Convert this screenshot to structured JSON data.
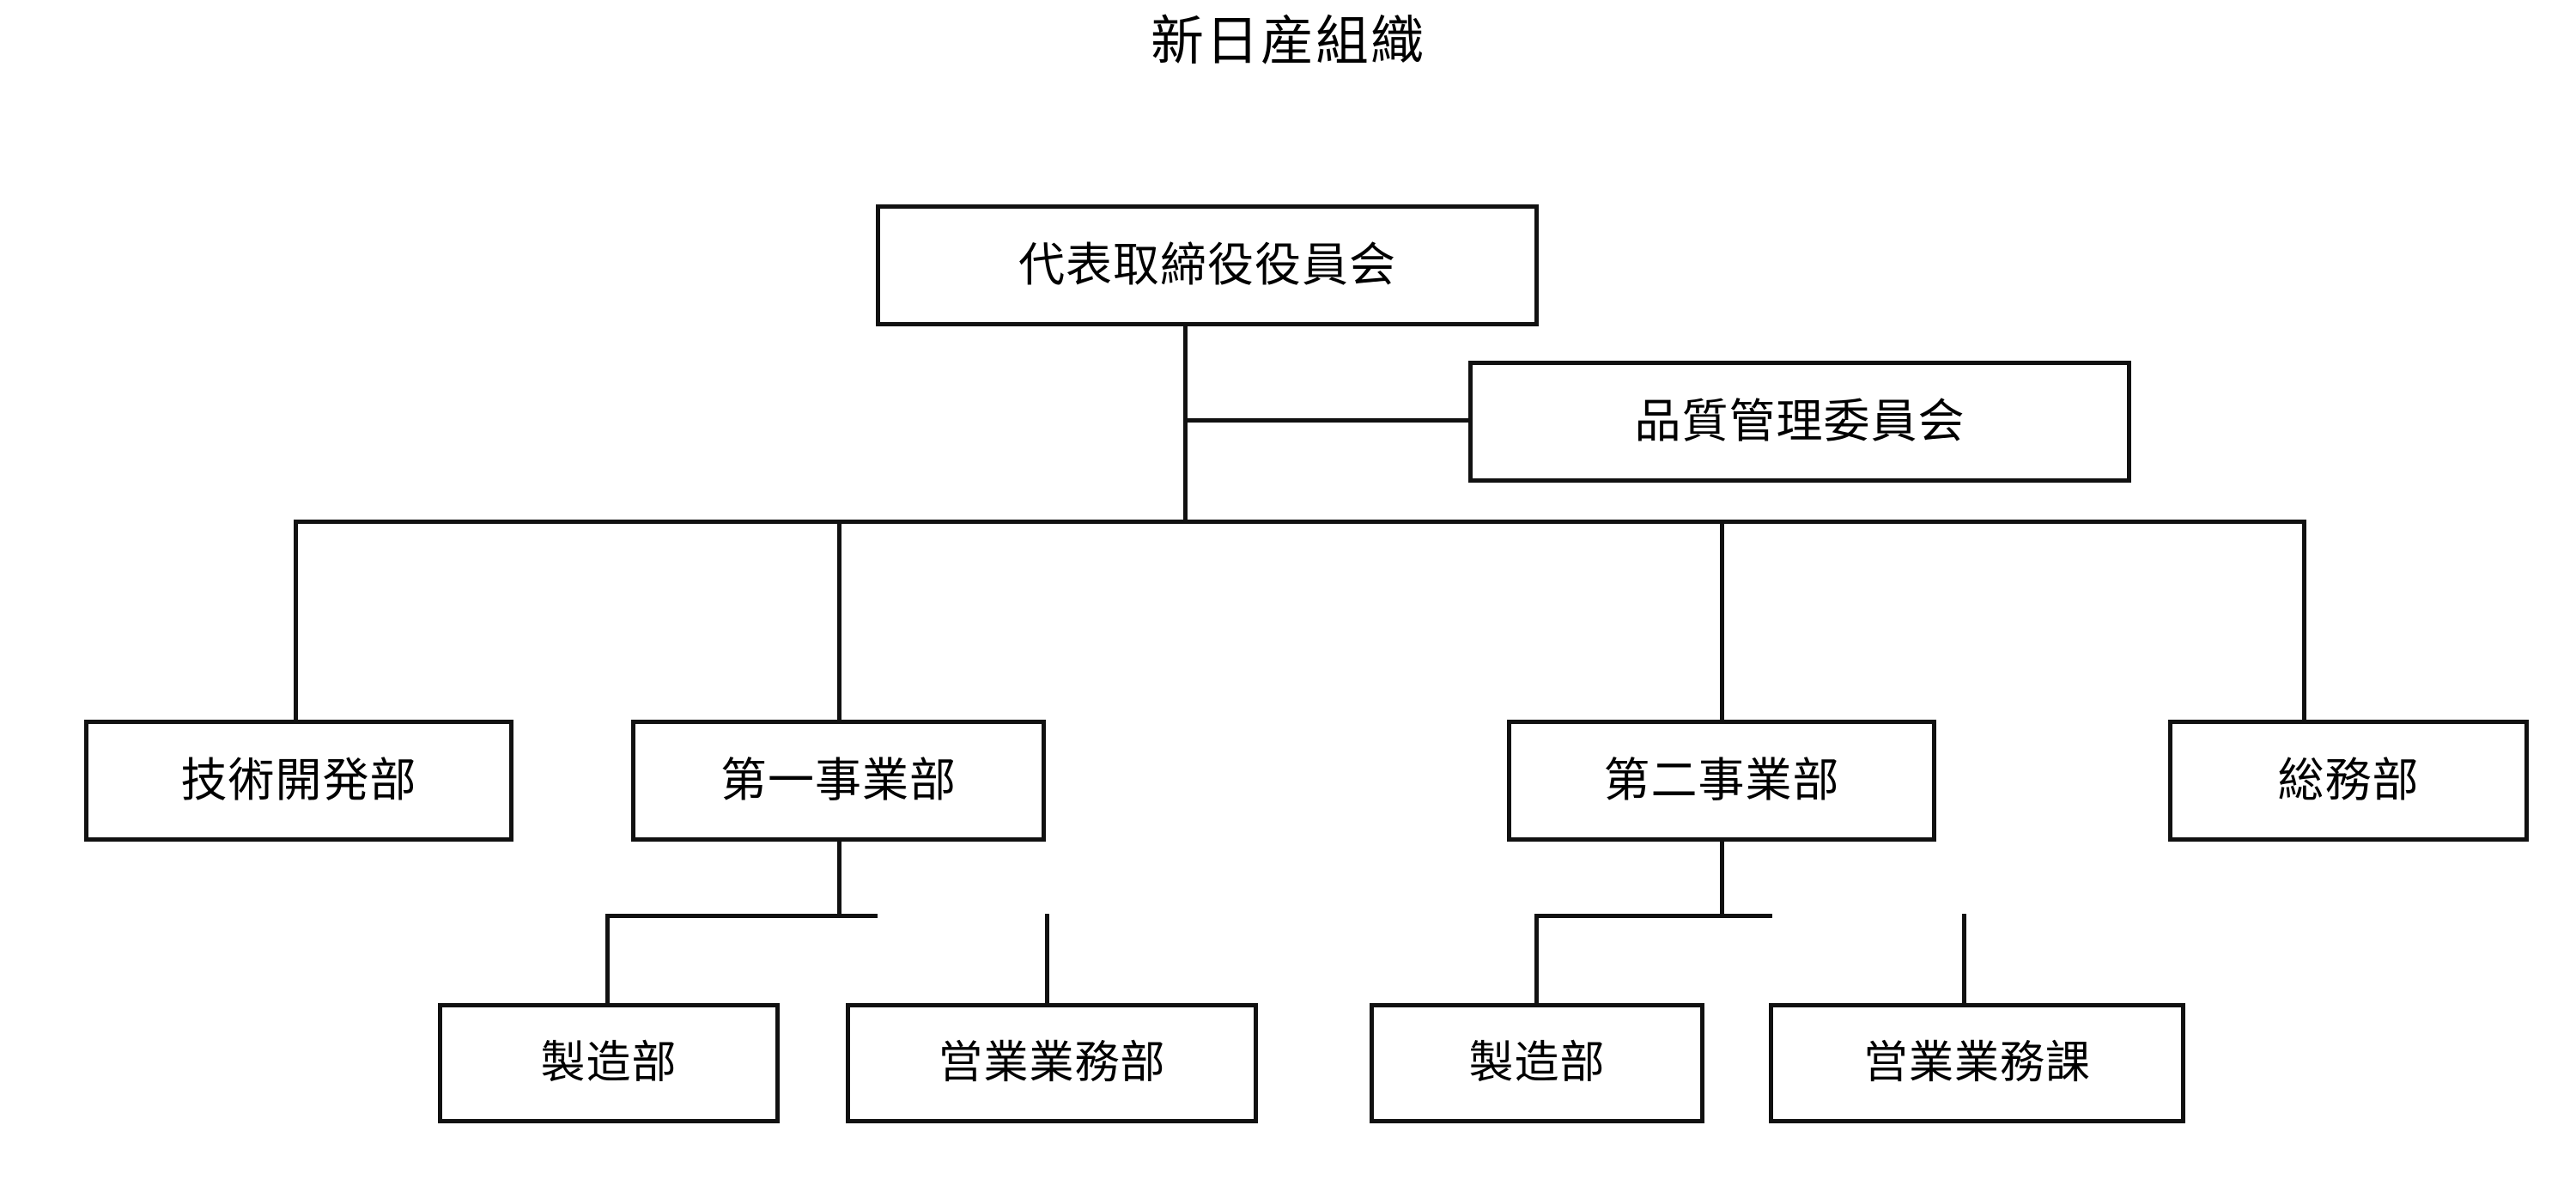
{
  "chart_data": {
    "type": "diagram",
    "diagram_kind": "organization-chart",
    "title": "新日産組織",
    "orientation": "top-down",
    "box_style": {
      "fill": "#ffffff",
      "stroke": "#111111",
      "stroke_width": 5
    },
    "line_color": "#111111",
    "nodes": [
      {
        "id": "n0",
        "label": "代表取締役役員会",
        "level": 0,
        "parent": null
      },
      {
        "id": "n1",
        "label": "品質管理委員会",
        "level": 1,
        "parent": "n0",
        "relation": "staff-side-branch"
      },
      {
        "id": "n2",
        "label": "技術開発部",
        "level": 2,
        "parent": "n0"
      },
      {
        "id": "n3",
        "label": "第一事業部",
        "level": 2,
        "parent": "n0"
      },
      {
        "id": "n4",
        "label": "第二事業部",
        "level": 2,
        "parent": "n0"
      },
      {
        "id": "n5",
        "label": "総務部",
        "level": 2,
        "parent": "n0"
      },
      {
        "id": "n6",
        "label": "製造部",
        "level": 3,
        "parent": "n3"
      },
      {
        "id": "n7",
        "label": "営業業務部",
        "level": 3,
        "parent": "n3"
      },
      {
        "id": "n8",
        "label": "製造部",
        "level": 3,
        "parent": "n4"
      },
      {
        "id": "n9",
        "label": "営業業務課",
        "level": 3,
        "parent": "n4"
      }
    ],
    "edges": [
      {
        "from": "n0",
        "to": "n1"
      },
      {
        "from": "n0",
        "to": "n2"
      },
      {
        "from": "n0",
        "to": "n3"
      },
      {
        "from": "n0",
        "to": "n4"
      },
      {
        "from": "n0",
        "to": "n5"
      },
      {
        "from": "n3",
        "to": "n6"
      },
      {
        "from": "n3",
        "to": "n7"
      },
      {
        "from": "n4",
        "to": "n8"
      },
      {
        "from": "n4",
        "to": "n9"
      }
    ]
  },
  "title": {
    "text": "新日産組織"
  },
  "boxes": {
    "board": "代表取締役役員会",
    "quality_committee": "品質管理委員会",
    "tech_dev": "技術開発部",
    "division_one": "第一事業部",
    "division_two": "第二事業部",
    "general_affairs": "総務部",
    "manufacturing_one": "製造部",
    "sales_ops_dept": "営業業務部",
    "manufacturing_two": "製造部",
    "sales_ops_section": "営業業務課"
  }
}
